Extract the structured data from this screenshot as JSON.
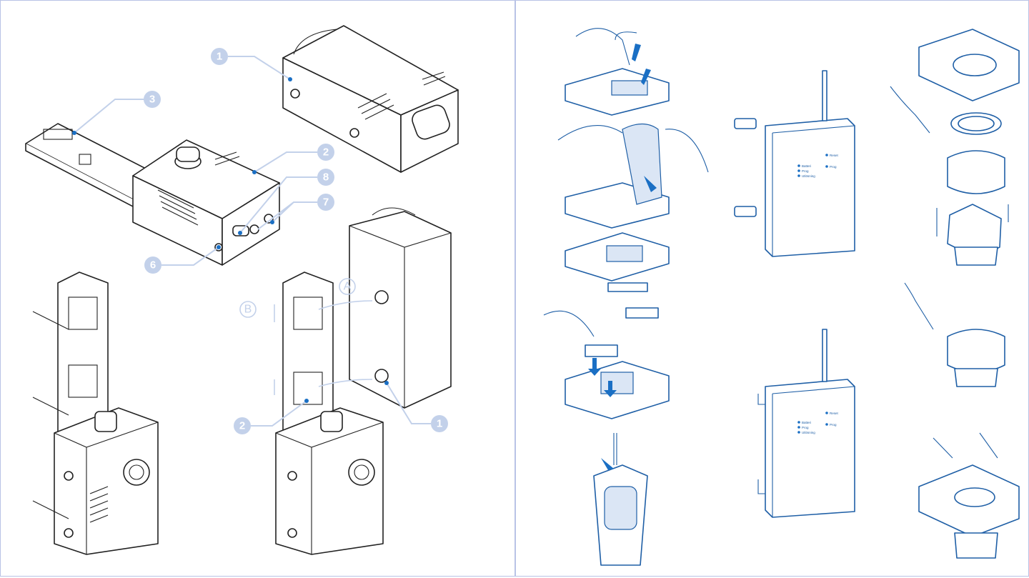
{
  "callouts": {
    "c1a": "1",
    "c3": "3",
    "c2a": "2",
    "c8": "8",
    "c7": "7",
    "c6": "6",
    "cA": "A",
    "cB": "B",
    "c2b": "2",
    "c1b": "1"
  },
  "device_labels": {
    "top": {
      "batteri": "Batteri",
      "prog": "Prog",
      "utlosning": "Utlösning",
      "reset": "Reset",
      "prog2": "Prog"
    },
    "bottom": {
      "batteri": "Batteri",
      "prog": "Prog",
      "utlosning": "Utlösning",
      "reset": "Reset",
      "prog2": "Prog"
    }
  },
  "colors": {
    "border": "#b9c3e6",
    "callout": "#c3d1ea",
    "accent": "#1a6fc4",
    "line_blue": "#1f5fa6"
  }
}
